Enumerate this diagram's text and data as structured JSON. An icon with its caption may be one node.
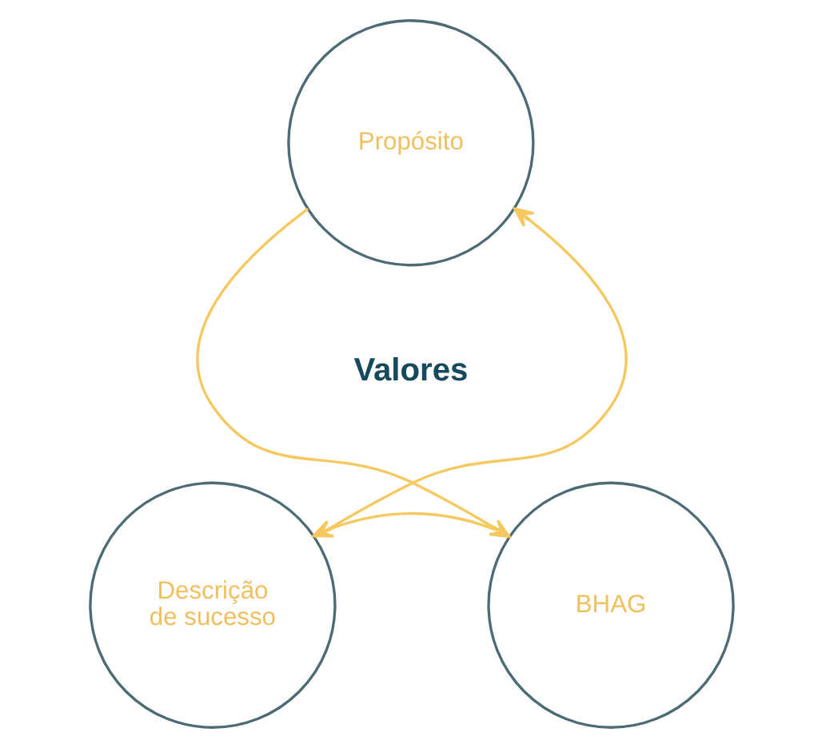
{
  "diagram": {
    "nodes": [
      {
        "text": [
          "Propósito"
        ]
      },
      {
        "text": [
          "BHAG"
        ]
      },
      {
        "text": [
          "Descrição de sucesso"
        ]
      }
    ],
    "edges": [
      {
        "from": 0,
        "to": 1,
        "arrow": "to"
      },
      {
        "from": 1,
        "to": 2,
        "arrow": "to"
      },
      {
        "from": 2,
        "to": 0,
        "arrow": "to"
      }
    ],
    "labels": [
      "Valores"
    ]
  }
}
